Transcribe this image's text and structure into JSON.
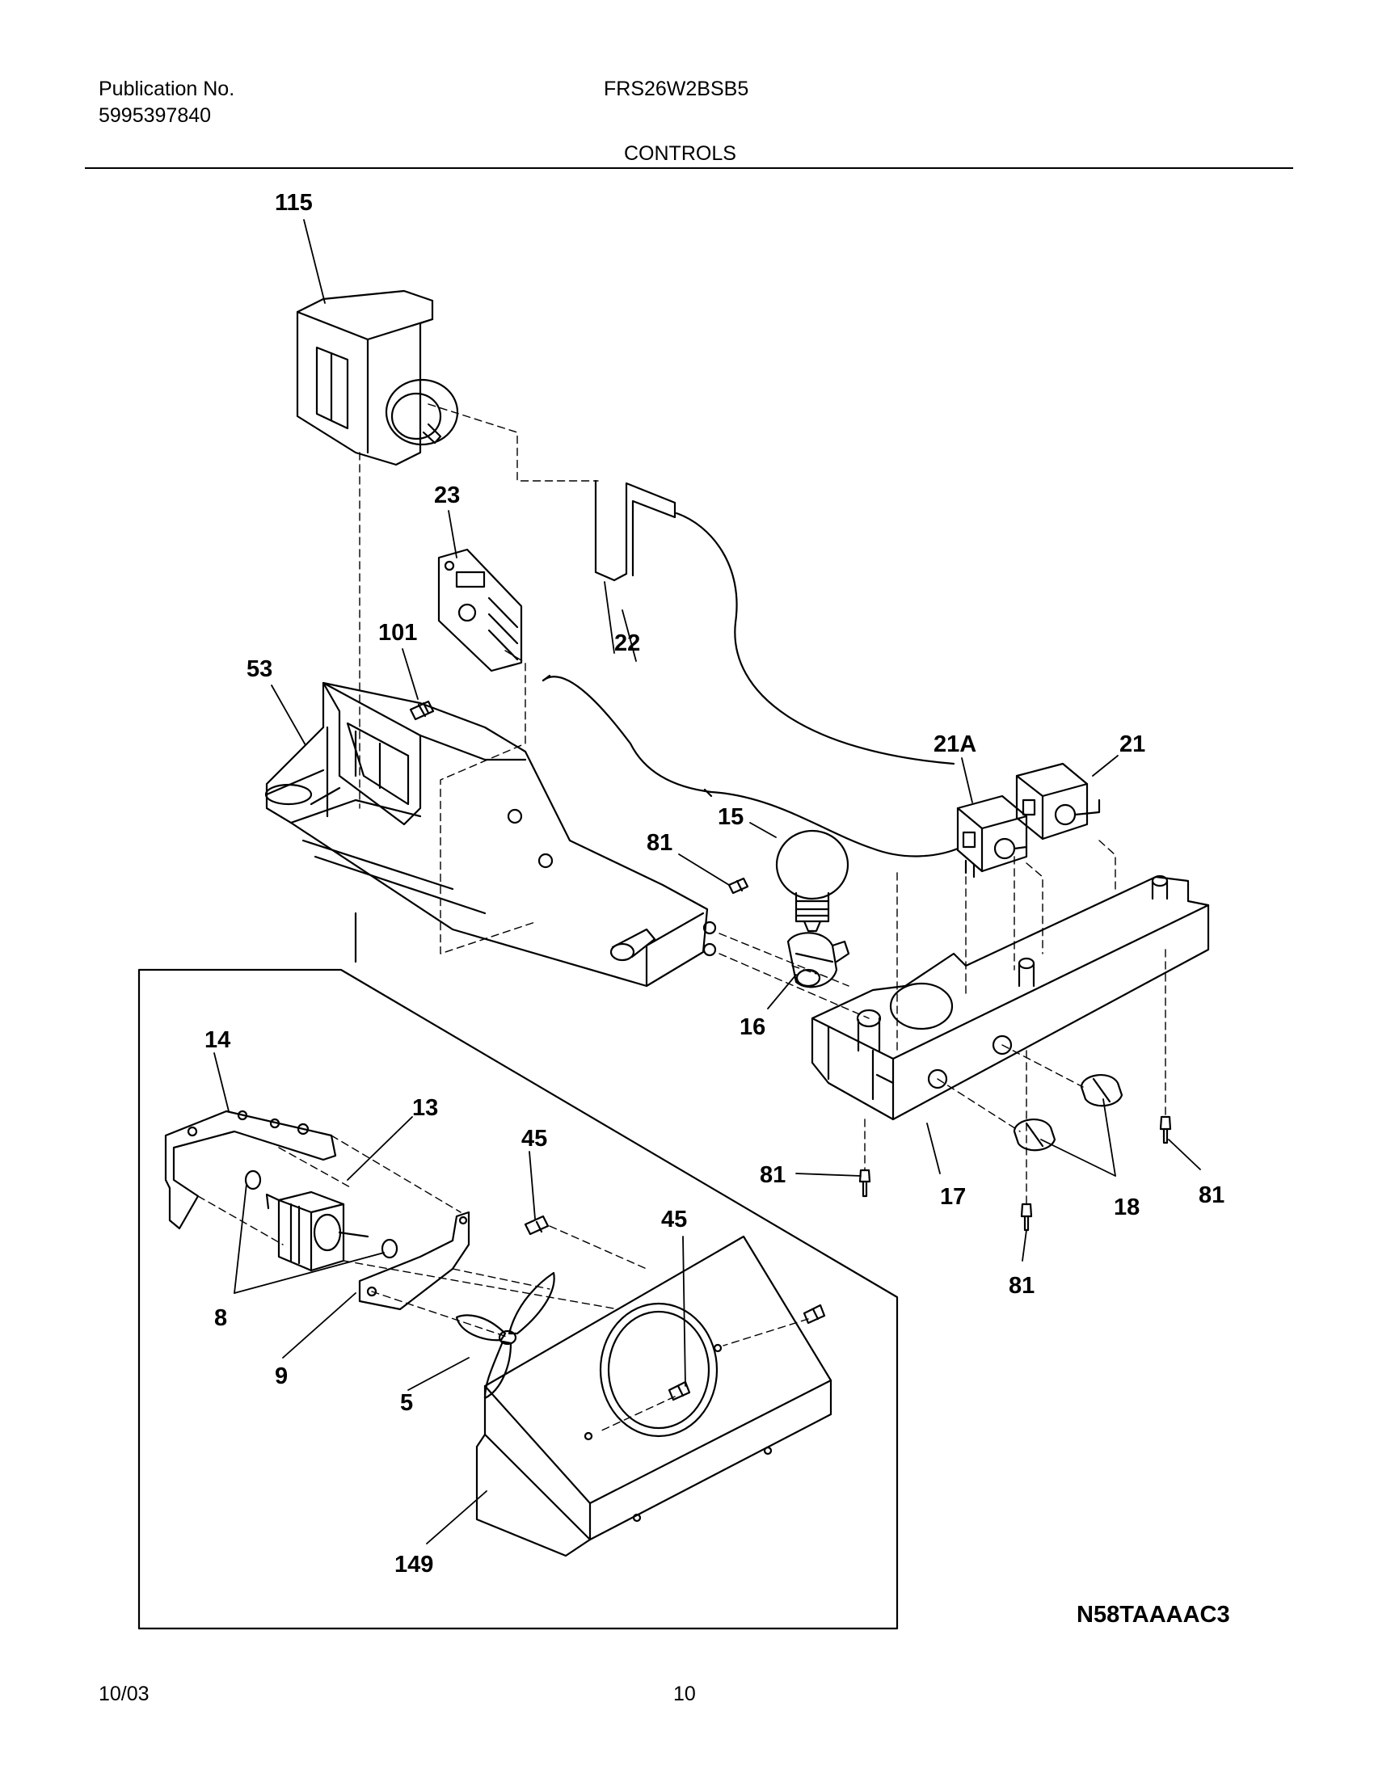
{
  "header": {
    "publication_label": "Publication No.",
    "publication_number": "5995397840",
    "model": "FRS26W2BSB5",
    "section_title": "CONTROLS"
  },
  "diagram": {
    "callouts": {
      "c115": "115",
      "c23": "23",
      "c101": "101",
      "c22": "22",
      "c53": "53",
      "c21A": "21A",
      "c21": "21",
      "c15": "15",
      "c81a": "81",
      "c16": "16",
      "c14": "14",
      "c13": "13",
      "c45a": "45",
      "c45b": "45",
      "c81b": "81",
      "c17": "17",
      "c18": "18",
      "c81c": "81",
      "c81d": "81",
      "c8": "8",
      "c9": "9",
      "c5": "5",
      "c149": "149"
    },
    "drawing_code": "N58TAAAAC3"
  },
  "footer": {
    "date": "10/03",
    "page": "10"
  }
}
